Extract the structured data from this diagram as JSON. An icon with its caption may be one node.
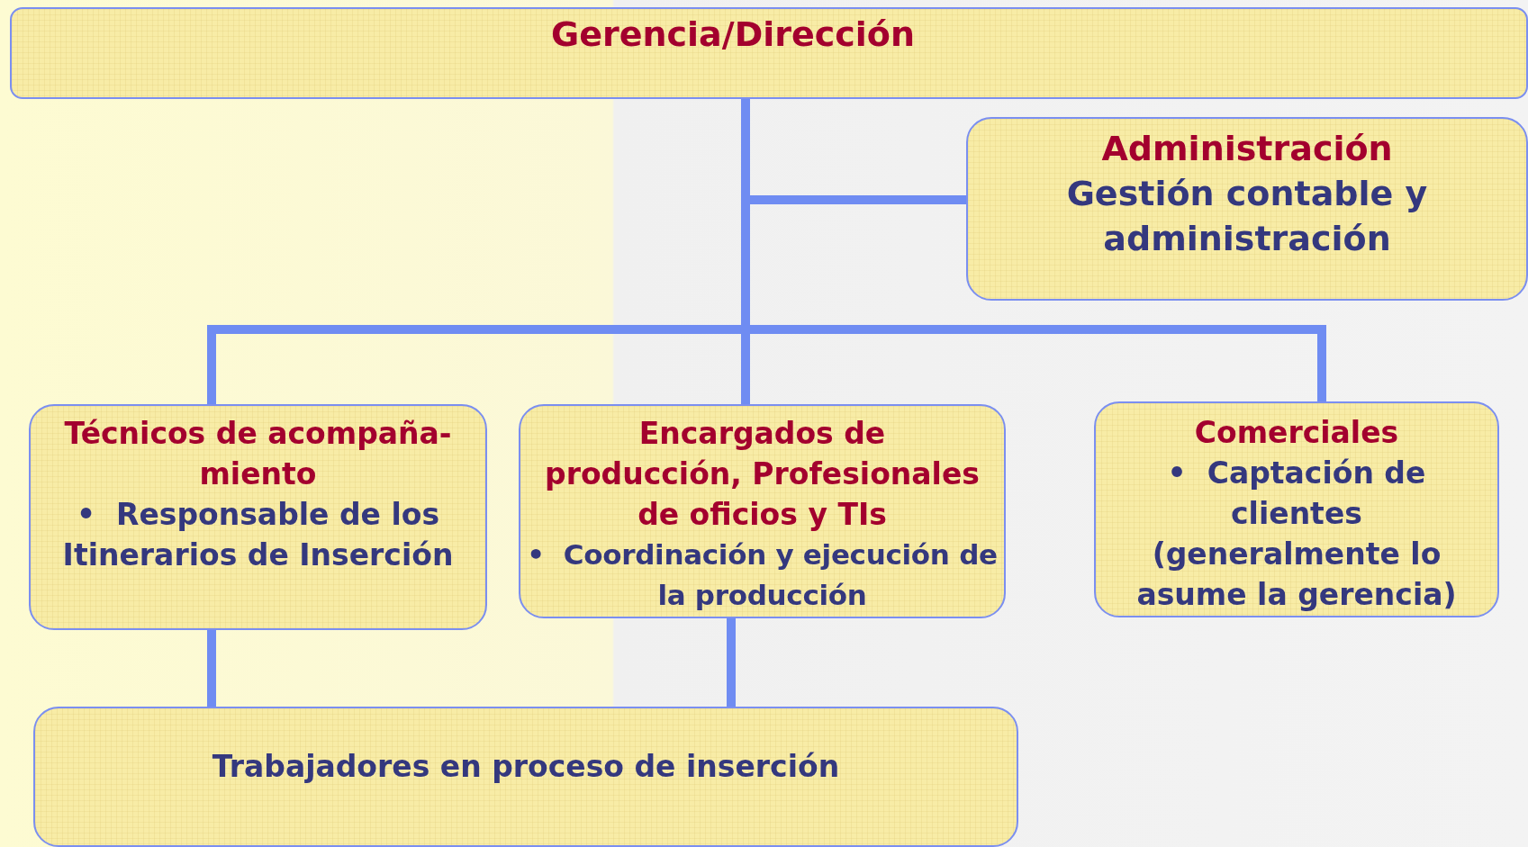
{
  "diagram": {
    "nodes": [
      {
        "text": [
          "Gerencia/Dirección"
        ]
      },
      {
        "text": [
          "Administración",
          "Gestión contable y administración"
        ]
      },
      {
        "text": [
          "Técnicos de acompaña-miento",
          "•  Responsable de los Itinerarios de Inserción"
        ]
      },
      {
        "text": [
          "Encargados de producción, Profesionales de oficios y TIs",
          "•  Coordinación y ejecución de la producción"
        ]
      },
      {
        "text": [
          "Comerciales",
          "•  Captación de clientes (generalmente lo asume la gerencia)"
        ]
      },
      {
        "text": [
          "Trabajadores en proceso de inserción"
        ]
      }
    ],
    "edges": [
      {
        "from": 0,
        "to": 1,
        "arrow": "none"
      },
      {
        "from": 0,
        "to": 2,
        "arrow": "none"
      },
      {
        "from": 0,
        "to": 3,
        "arrow": "none"
      },
      {
        "from": 0,
        "to": 4,
        "arrow": "none"
      },
      {
        "from": 2,
        "to": 5,
        "arrow": "none"
      },
      {
        "from": 3,
        "to": 5,
        "arrow": "none"
      }
    ]
  }
}
